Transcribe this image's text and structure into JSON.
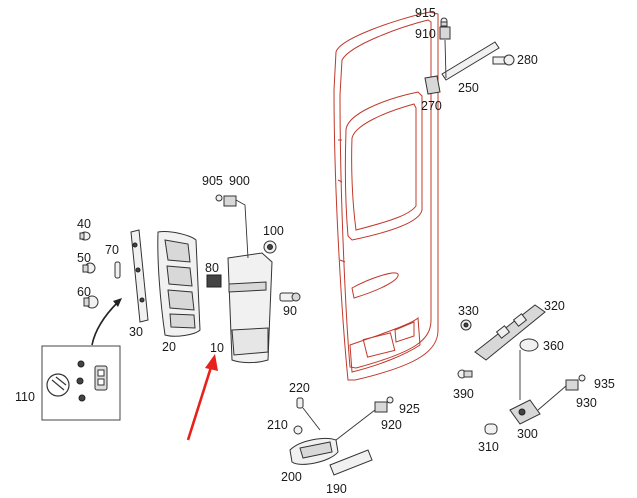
{
  "colors": {
    "door_outline": "#c0392b",
    "arrow": "#e8211b",
    "label": "#1a1a1a",
    "part_stroke": "#333333"
  },
  "labels": {
    "p10": "10",
    "p20": "20",
    "p30": "30",
    "p40": "40",
    "p50": "50",
    "p60": "60",
    "p70": "70",
    "p80": "80",
    "p90": "90",
    "p100": "100",
    "p110": "110",
    "p190": "190",
    "p200": "200",
    "p210": "210",
    "p220": "220",
    "p250": "250",
    "p270": "270",
    "p280": "280",
    "p300": "300",
    "p310": "310",
    "p320": "320",
    "p330": "330",
    "p360": "360",
    "p390": "390",
    "p900": "900",
    "p905": "905",
    "p910": "910",
    "p915": "915",
    "p920": "920",
    "p925": "925",
    "p930": "930",
    "p935": "935"
  },
  "icons": {
    "tool_box": "wrench-icon",
    "highlight_arrow": "red-arrow-icon"
  }
}
